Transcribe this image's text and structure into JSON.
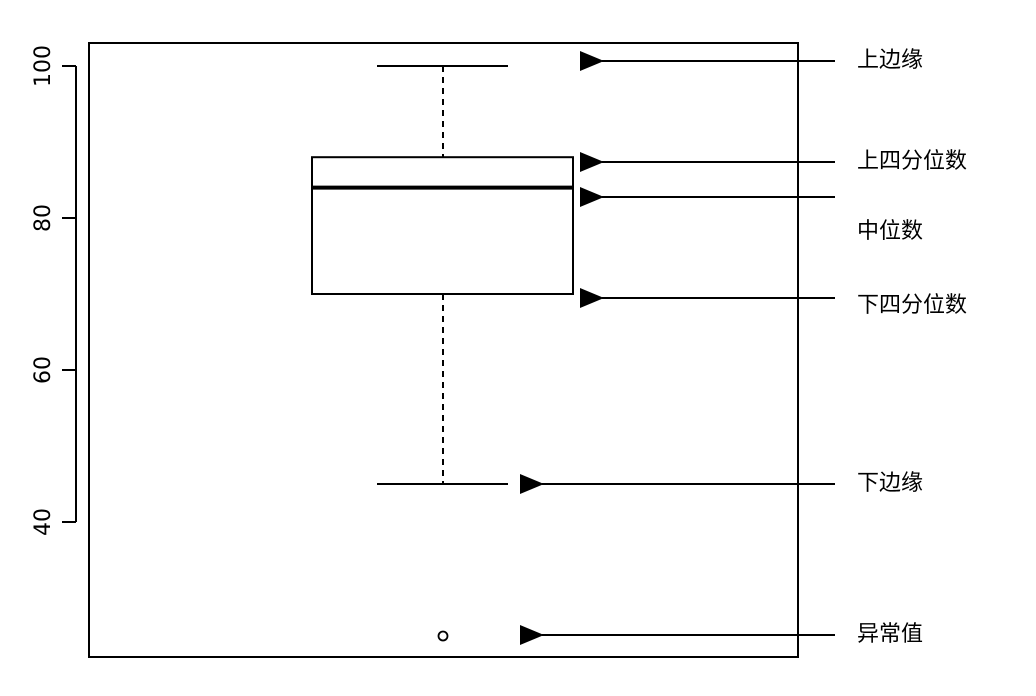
{
  "chart_data": {
    "type": "boxplot",
    "title": "",
    "xlabel": "",
    "ylabel": "",
    "ylim": [
      22,
      104
    ],
    "yticks": [
      40,
      60,
      80,
      100
    ],
    "ytick_labels": [
      "40",
      "60",
      "80",
      "100"
    ],
    "grid": false,
    "box": {
      "upper_whisker": 100,
      "q3": 88,
      "median": 84,
      "q1": 70,
      "lower_whisker": 45,
      "outliers": [
        25
      ]
    },
    "annotations": [
      {
        "key": "upper_whisker",
        "label": "上边缘",
        "value": 100
      },
      {
        "key": "q3",
        "label": "上四分位数",
        "value": 88
      },
      {
        "key": "median",
        "label": "中位数",
        "value": 84
      },
      {
        "key": "q1",
        "label": "下四分位数",
        "value": 70
      },
      {
        "key": "lower_whisker",
        "label": "下边缘",
        "value": 45
      },
      {
        "key": "outlier",
        "label": "异常值",
        "value": 25
      }
    ]
  }
}
